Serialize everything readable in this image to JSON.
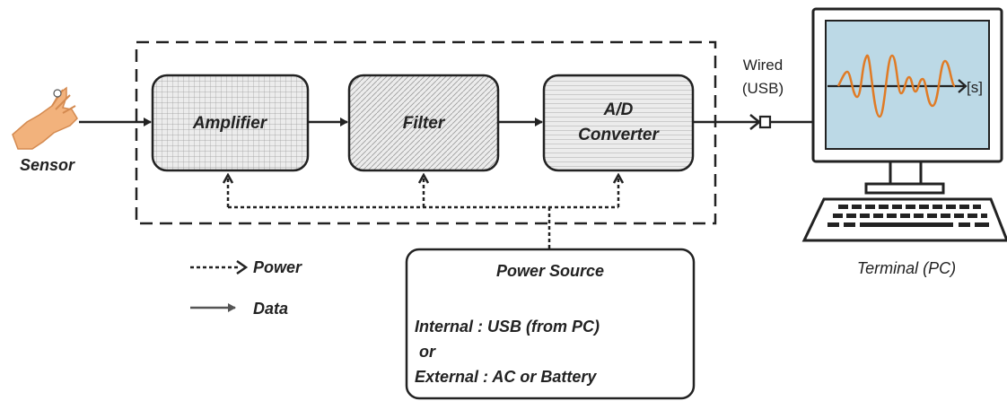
{
  "sensor": {
    "label": "Sensor"
  },
  "blocks": {
    "amplifier": "Amplifier",
    "filter": "Filter",
    "adc_line1": "A/D",
    "adc_line2": "Converter"
  },
  "link": {
    "line1": "Wired",
    "line2": "(USB)"
  },
  "terminal": {
    "label": "Terminal (PC)",
    "axis_unit": "[s]"
  },
  "legend": {
    "power": "Power",
    "data": "Data"
  },
  "power_source": {
    "title": "Power Source",
    "line1": "Internal : USB (from PC)",
    "line2": "or",
    "line3": "External : AC or Battery"
  },
  "colors": {
    "waveform": "#e07b25",
    "screen": "#bcd9e6",
    "skin": "#f2b27c",
    "block_fill": "#ececec",
    "stroke": "#222222"
  }
}
